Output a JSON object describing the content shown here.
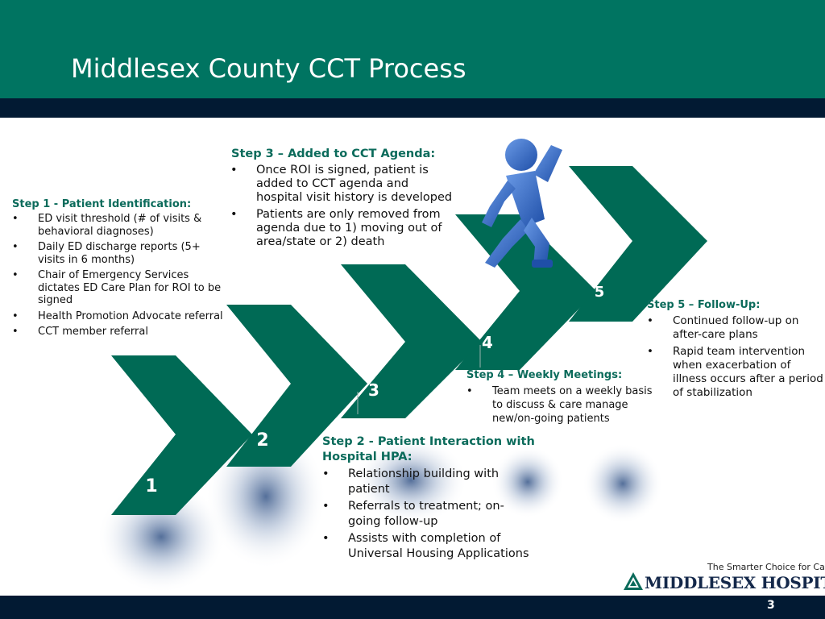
{
  "slide": {
    "title": "Middlesex County CCT Process",
    "page_number": "3"
  },
  "colors": {
    "header_teal": "#007461",
    "band_navy": "#021a33",
    "chevron_green": "#006a55",
    "step_heading": "#0b6b5b",
    "figure_blue": "#2f6bc4"
  },
  "steps": {
    "step1": {
      "number": "1",
      "heading": "Step 1 - Patient Identification:",
      "bullets": [
        "ED visit threshold (# of visits & behavioral diagnoses)",
        "Daily ED discharge reports (5+ visits in 6 months)",
        "Chair of Emergency Services dictates ED Care Plan for ROI to be signed",
        "Health Promotion Advocate referral",
        "CCT member referral"
      ]
    },
    "step2": {
      "number": "2",
      "heading": "Step 2 - Patient Interaction with Hospital HPA:",
      "bullets": [
        "Relationship building with patient",
        "Referrals to treatment; on-going follow-up",
        "Assists with completion of Universal Housing Applications"
      ]
    },
    "step3": {
      "number": "3",
      "heading": "Step 3 – Added to CCT Agenda:",
      "bullets": [
        "Once ROI is signed, patient is added to CCT agenda and hospital visit history is developed",
        "Patients are only removed from agenda due to 1) moving out of area/state or 2) death"
      ]
    },
    "step4": {
      "number": "4",
      "heading": "Step 4 – Weekly  Meetings:",
      "bullets": [
        "Team meets on a weekly basis to discuss  & care manage new/on-going patients"
      ]
    },
    "step5": {
      "number": "5",
      "heading": "Step 5 – Follow-Up:",
      "bullets": [
        "Continued follow-up on after-care plans",
        "Rapid team intervention when exacerbation of illness occurs after a period of stabilization"
      ]
    }
  },
  "logo": {
    "tagline": "The Smarter Choice for Care",
    "name": "MIDDLESEX HOSPITAL"
  }
}
